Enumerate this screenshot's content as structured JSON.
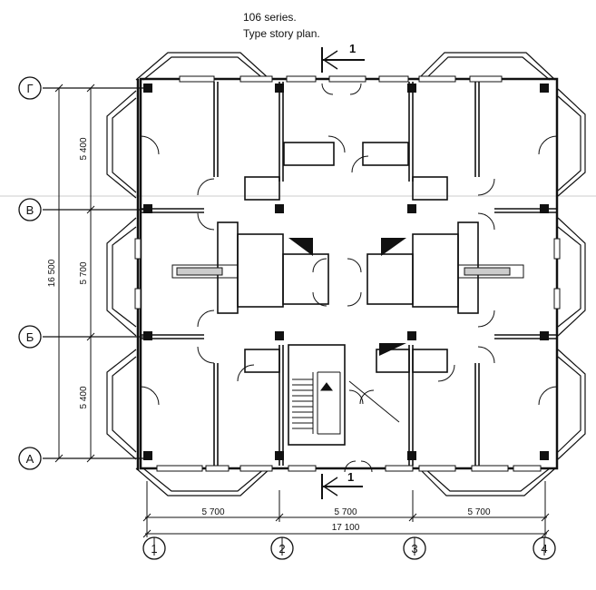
{
  "title": {
    "line1": "106 series.",
    "line2": "Type story plan."
  },
  "section_marks": {
    "top": "1",
    "bottom": "1"
  },
  "axes_rows": [
    "Г",
    "В",
    "Б",
    "А"
  ],
  "axes_cols": [
    "1",
    "2",
    "3",
    "4"
  ],
  "dims_vertical": {
    "top": "5 400",
    "middle": "5 700",
    "bottom": "5 400",
    "total": "16 500"
  },
  "dims_horizontal": {
    "left": "5 700",
    "middle": "5 700",
    "right": "5 700",
    "total": "17 100"
  },
  "colors": {
    "line": "#111111",
    "grid": "#999999"
  }
}
